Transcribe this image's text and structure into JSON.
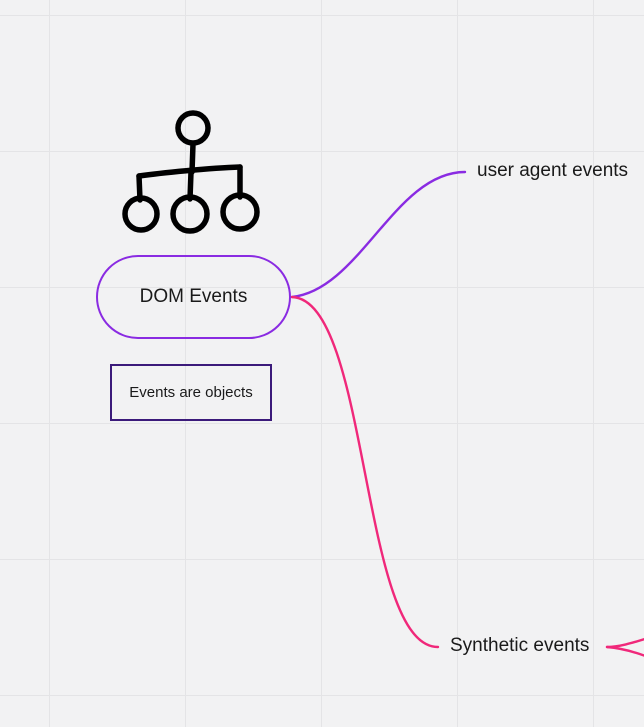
{
  "diagram": {
    "root": {
      "label": "DOM Events",
      "icon": "hierarchy-icon",
      "color": "#8a2be2"
    },
    "note": {
      "text": "Events are objects",
      "border_color": "#3b1a7a"
    },
    "branches": [
      {
        "label": "user agent events",
        "color": "#8a2be2"
      },
      {
        "label": "Synthetic events",
        "color": "#f0287a"
      }
    ]
  }
}
